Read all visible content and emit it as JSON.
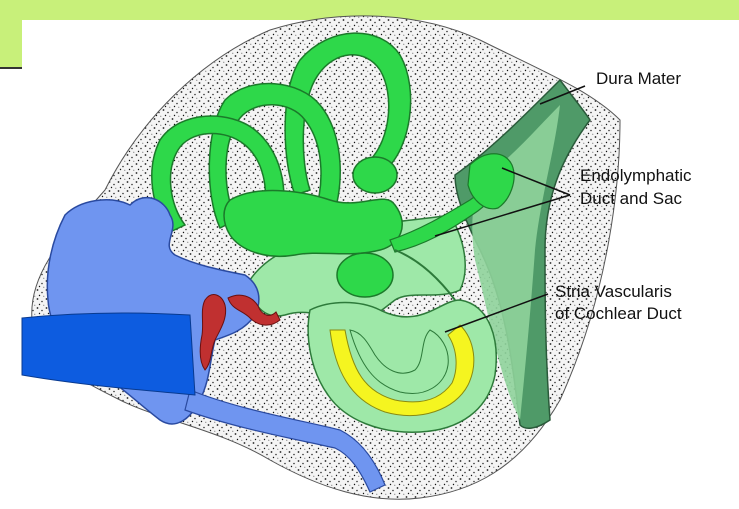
{
  "labels": {
    "dura_mater": "Dura Mater",
    "endolymphatic_line1": "Endolymphatic",
    "endolymphatic_line2": "Duct and Sac",
    "stria_line1": "Stria Vascularis",
    "stria_line2": "of Cochlear Duct"
  },
  "colors": {
    "header_band": "#c8f07a",
    "bone_fill": "#f2f2f2",
    "labyrinth_light": "#9ee8a8",
    "labyrinth_bright": "#2ed84a",
    "dura": "#4f9a68",
    "middle_ear": "#6f95f0",
    "ear_canal": "#0d5ce0",
    "ossicles": "#c03030",
    "stria": "#f5f520"
  }
}
